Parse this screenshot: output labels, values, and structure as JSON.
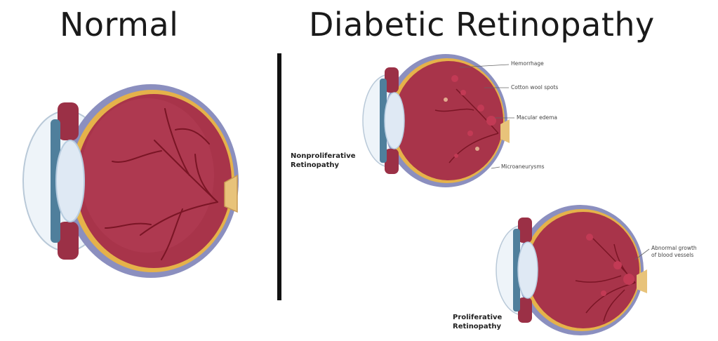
{
  "titles": {
    "left": "Normal",
    "right": "Diabetic Retinopathy"
  },
  "stages": {
    "nonproliferative": {
      "label_line1": "Nonproliferative",
      "label_line2": "Retinopathy",
      "callouts": [
        "Hemorrhage",
        "Cotton wool spots",
        "Macular edema",
        "Microaneurysms"
      ]
    },
    "proliferative": {
      "label_line1": "Proliferative",
      "label_line2": "Retinopathy",
      "callouts": [
        "Abnormal growth",
        "of blood vessels"
      ]
    }
  },
  "colors": {
    "retina": "#a8344a",
    "retina_dark": "#8a2236",
    "vessel": "#7a1525",
    "sclera": "#8b8fbf",
    "choroid": "#e5b24a",
    "lens": "#dfe9f4",
    "iris": "#4f7f9c",
    "cornea": "#cfe2ef",
    "nerve": "#e8c37a"
  }
}
